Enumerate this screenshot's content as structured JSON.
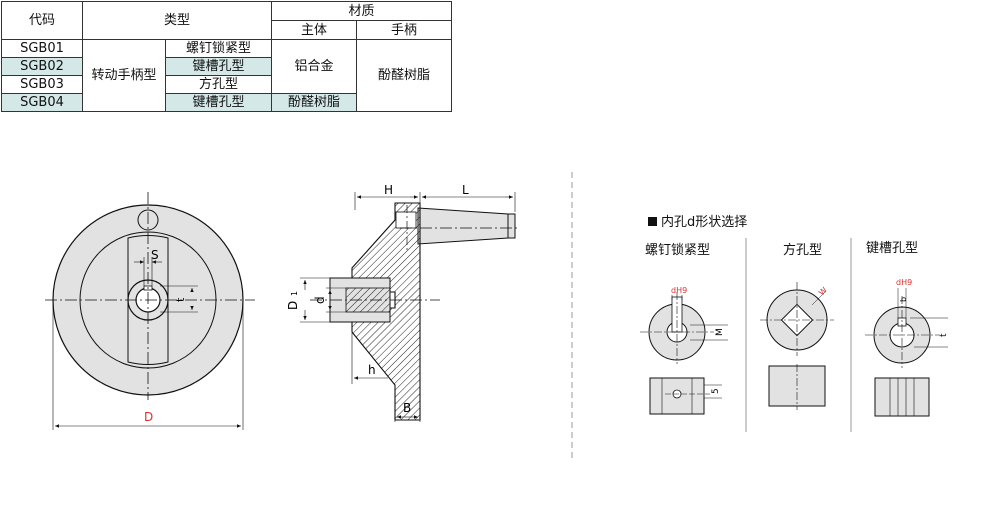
{
  "table": {
    "headers": {
      "code": "代码",
      "type": "类型",
      "material": "材质",
      "body": "主体",
      "handle": "手柄"
    },
    "rows": [
      {
        "code": "SGB01",
        "subtype": "螺钉锁紧型"
      },
      {
        "code": "SGB02",
        "subtype": "键槽孔型"
      },
      {
        "code": "SGB03",
        "subtype": "方孔型"
      },
      {
        "code": "SGB04",
        "subtype": "键槽孔型"
      }
    ],
    "type_main": "转动手柄型",
    "body_material_1": "铝合金",
    "body_material_2": "酚醛树脂",
    "handle_material": "酚醛树脂",
    "highlight_color": "#d5e8e8"
  },
  "drawing": {
    "front_labels": {
      "S": "S",
      "t": "t",
      "D": "D"
    },
    "side_labels": {
      "H": "H",
      "L": "L",
      "D1": "D",
      "D1_sub": "1",
      "d": "d",
      "h": "h",
      "B": "B"
    },
    "accent_color": "#e03030",
    "fill_gray": "#e2e2e2"
  },
  "selection": {
    "title": "内孔d形状选择",
    "types": [
      "螺钉锁紧型",
      "方孔型",
      "键槽孔型"
    ],
    "labels": {
      "dH9": "dH9",
      "M": "M",
      "five": "5",
      "W": "W",
      "t": "t",
      "b": "b"
    }
  }
}
